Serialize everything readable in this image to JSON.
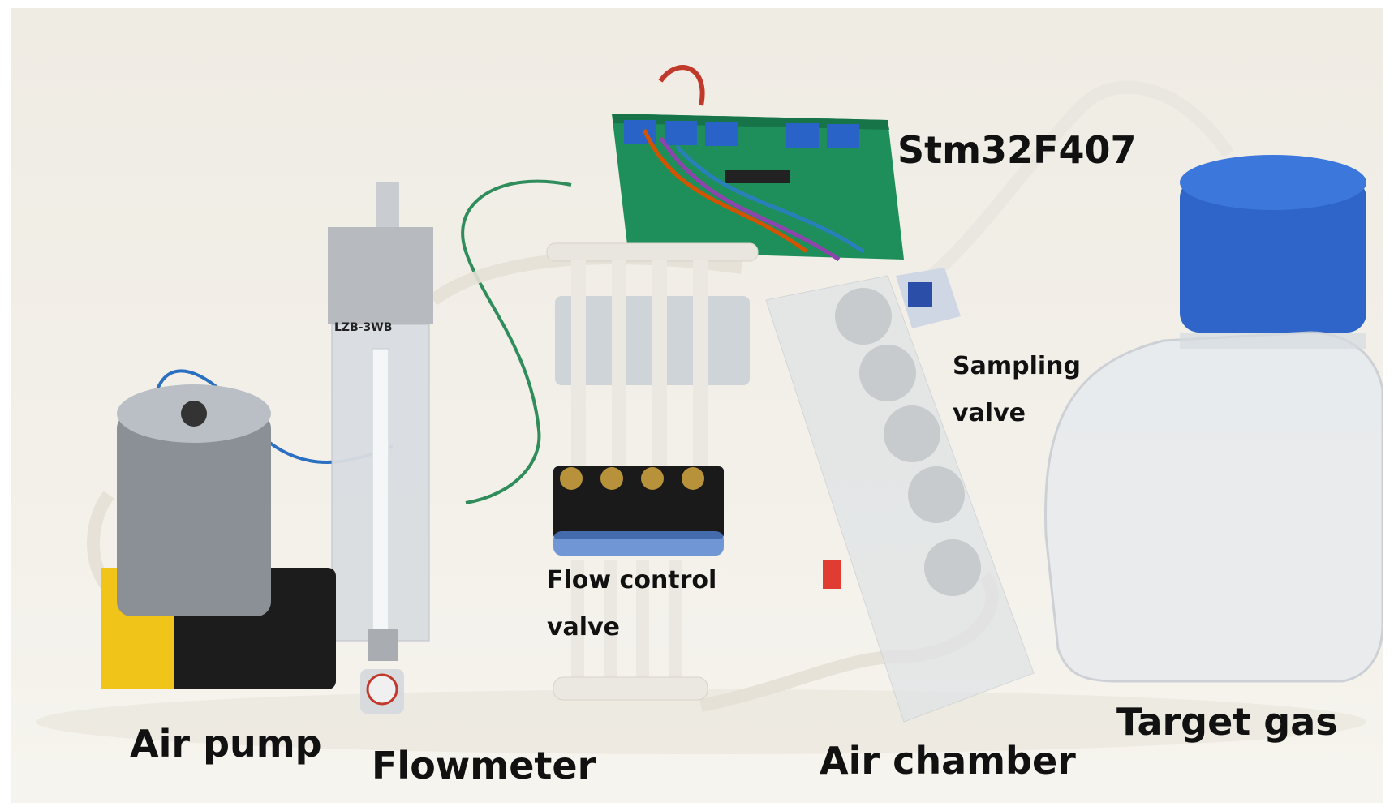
{
  "labels": {
    "air_pump": "Air pump",
    "flowmeter": "Flowmeter",
    "flow_control_valve": "Flow control valve",
    "air_chamber": "Air chamber",
    "sampling_valve": "Sampling valve",
    "target_gas": "Target gas",
    "controller": "Stm32F407"
  },
  "flowmeter_markings": {
    "brand_line": "LZB-3WB"
  },
  "colors": {
    "background": "#f2efe8",
    "bottle_cap": "#2f64c8",
    "pcb": "#1e8f5a",
    "relay": "#2a63c7",
    "pump_base": "#f0c419",
    "tubing": "#e9e6df"
  }
}
